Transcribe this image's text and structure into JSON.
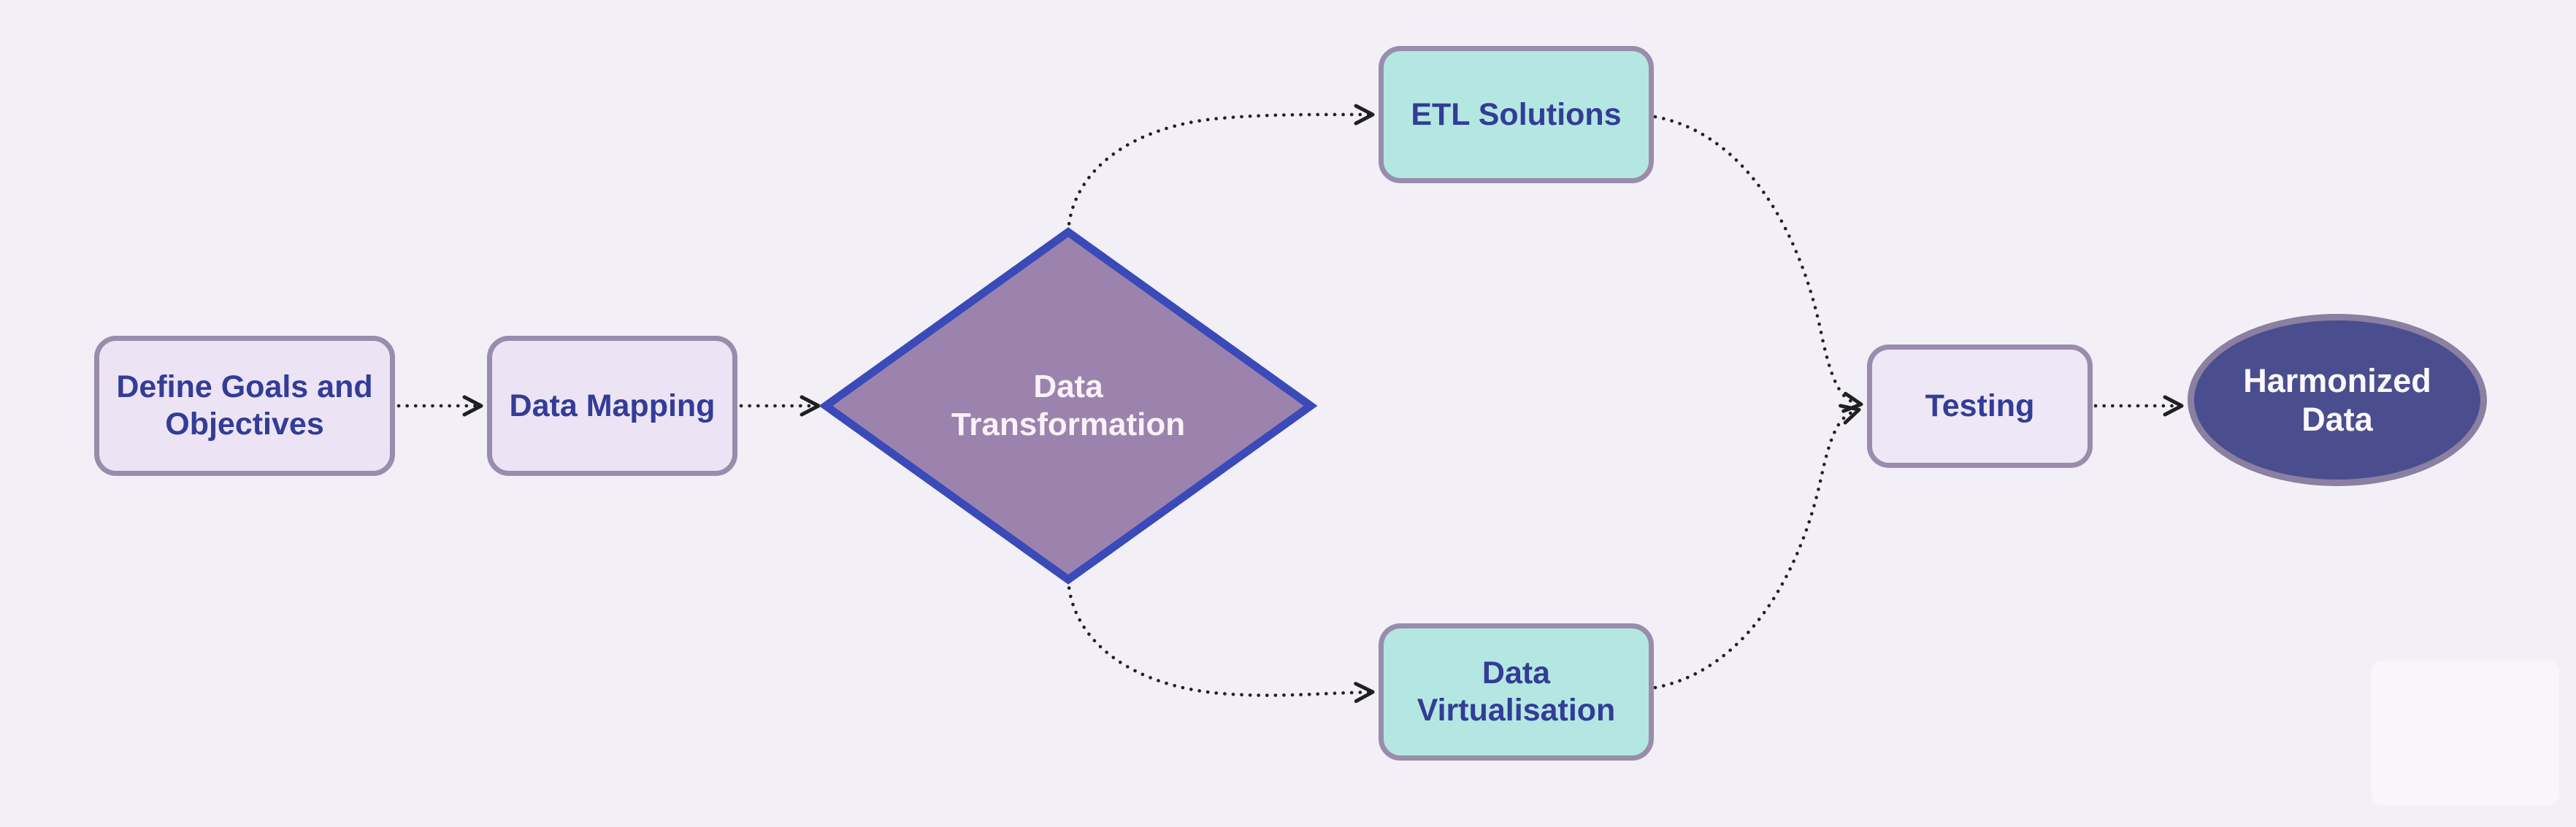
{
  "diagram": {
    "background_color": "#f2eff6",
    "edge_style": {
      "color": "#202020",
      "pattern": "dotted",
      "arrowhead": "open-chevron"
    },
    "nodes": [
      {
        "id": "define-goals",
        "label": "Define Goals and Objectives",
        "shape": "rounded-rect",
        "fill": "#ece4f4",
        "border_color": "#998cac",
        "text_color": "#333c96"
      },
      {
        "id": "data-mapping",
        "label": "Data Mapping",
        "shape": "rounded-rect",
        "fill": "#ece4f4",
        "border_color": "#998cac",
        "text_color": "#333c96"
      },
      {
        "id": "data-transformation",
        "label": "Data Transformation",
        "shape": "diamond",
        "fill": "#9c83ad",
        "border_color": "#3a4ab8",
        "text_color": "#f9f2f8"
      },
      {
        "id": "etl-solutions",
        "label": "ETL Solutions",
        "shape": "rounded-rect",
        "fill": "#b4e7e1",
        "border_color": "#998cac",
        "text_color": "#333c96"
      },
      {
        "id": "data-virtualisation",
        "label": "Data Virtualisation",
        "shape": "rounded-rect",
        "fill": "#b4e7e1",
        "border_color": "#998cac",
        "text_color": "#333c96"
      },
      {
        "id": "testing",
        "label": "Testing",
        "shape": "rounded-rect",
        "fill": "#eee7f5",
        "border_color": "#998cac",
        "text_color": "#333c96"
      },
      {
        "id": "harmonized-data",
        "label": "Harmonized Data",
        "shape": "ellipse",
        "fill": "#4a4e8e",
        "border_color": "#8b7fa2",
        "text_color": "#fbf8fc"
      }
    ],
    "edges": [
      {
        "from": "define-goals",
        "to": "data-mapping",
        "style": "dotted-arrow"
      },
      {
        "from": "data-mapping",
        "to": "data-transformation",
        "style": "dotted-arrow"
      },
      {
        "from": "data-transformation",
        "to": "etl-solutions",
        "style": "dotted-arrow"
      },
      {
        "from": "data-transformation",
        "to": "data-virtualisation",
        "style": "dotted-arrow"
      },
      {
        "from": "etl-solutions",
        "to": "testing",
        "style": "dotted-arrow"
      },
      {
        "from": "data-virtualisation",
        "to": "testing",
        "style": "dotted-arrow"
      },
      {
        "from": "testing",
        "to": "harmonized-data",
        "style": "dotted-arrow"
      }
    ]
  }
}
